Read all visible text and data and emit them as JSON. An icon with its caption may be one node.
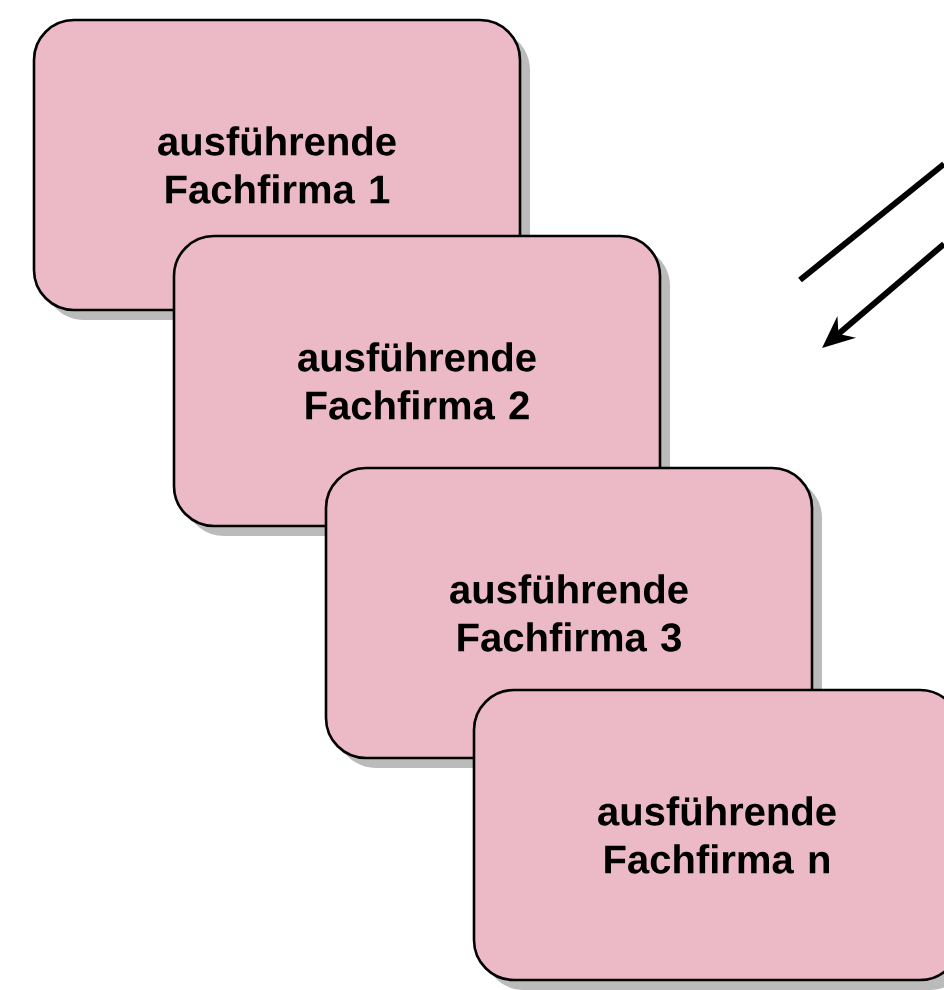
{
  "diagram": {
    "nodes": [
      {
        "text": [
          "ausführende Fachfirma 1"
        ]
      },
      {
        "text": [
          "ausführende Fachfirma 2"
        ]
      },
      {
        "text": [
          "ausführende Fachfirma 3"
        ]
      },
      {
        "text": [
          "ausführende Fachfirma n"
        ]
      }
    ]
  }
}
